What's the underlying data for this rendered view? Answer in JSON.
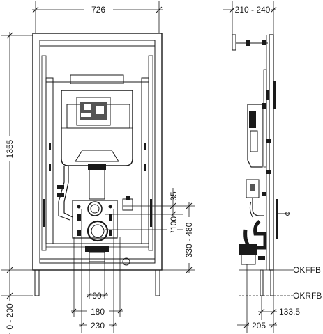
{
  "front_view": {
    "width_label": "726",
    "height_label": "1355",
    "offset_label": "0 - 200",
    "pipe_spacing_label": "90",
    "mount_spacing_label": "180",
    "frame_spacing_label": "230",
    "upper_offset_label": "35",
    "bolt_spacing_label": "100",
    "outlet_range_label": "330 - 480"
  },
  "side_view": {
    "depth_label": "210 - 240",
    "floor_finished_label": "OKFFB",
    "floor_raw_label": "OKRFB",
    "pipe_offset_label": "205",
    "axis_offset_label": "133,5"
  }
}
